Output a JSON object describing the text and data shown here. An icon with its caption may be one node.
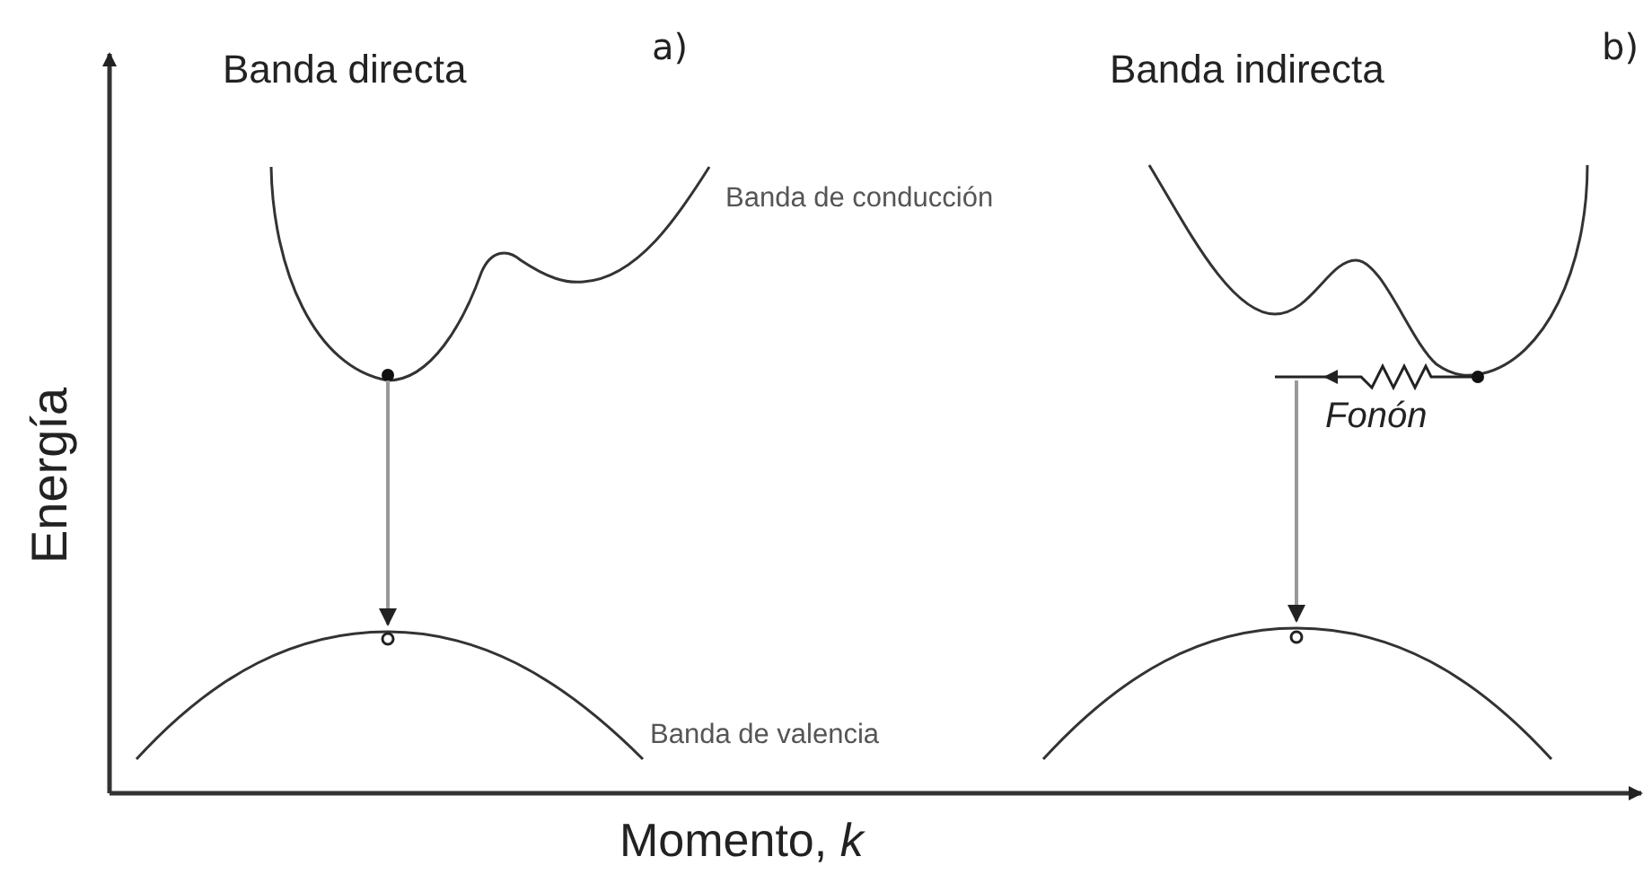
{
  "diagram": {
    "labels": [
      "Banda directa",
      "a)",
      "Banda indirecta",
      "b)",
      "Banda de conducción",
      "Fonón",
      "Energía",
      "Banda de valencia",
      "Momento, *k*"
    ]
  }
}
